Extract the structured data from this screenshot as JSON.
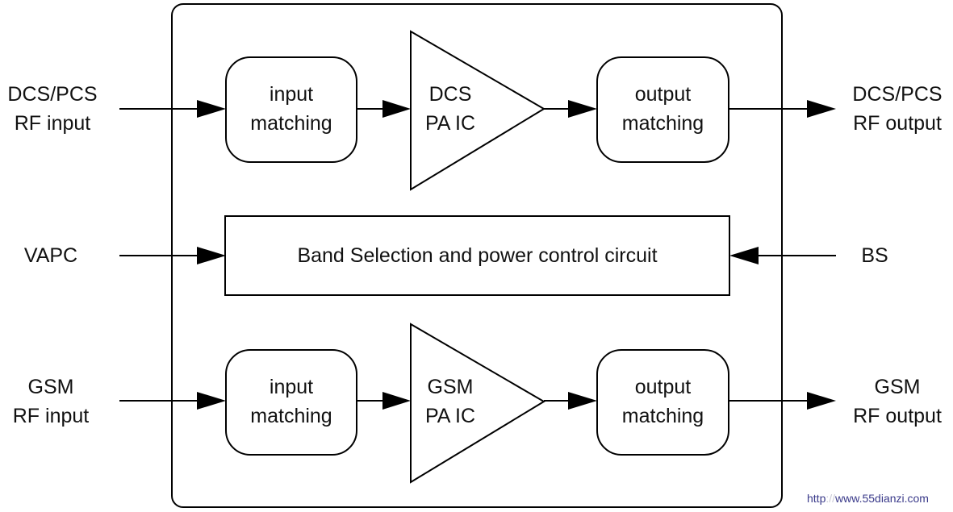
{
  "colors": {
    "line": "#000000",
    "text": "#111111",
    "background": "#ffffff",
    "watermark": "#3a3a8a"
  },
  "top_chain": {
    "input_label": [
      "DCS/PCS",
      "RF input"
    ],
    "input_matching": [
      "input",
      "matching"
    ],
    "amplifier": [
      "DCS",
      "PA IC"
    ],
    "output_matching": [
      "output",
      "matching"
    ],
    "output_label": [
      "DCS/PCS",
      "RF output"
    ]
  },
  "control": {
    "left_label": "VAPC",
    "block_label": "Band Selection and power control circuit",
    "right_label": "BS"
  },
  "bottom_chain": {
    "input_label": [
      "GSM",
      "RF input"
    ],
    "input_matching": [
      "input",
      "matching"
    ],
    "amplifier": [
      "GSM",
      "PA IC"
    ],
    "output_matching": [
      "output",
      "matching"
    ],
    "output_label": [
      "GSM",
      "RF output"
    ]
  },
  "watermark": {
    "prefix": "http",
    "site": "www.55dianzi.com"
  }
}
